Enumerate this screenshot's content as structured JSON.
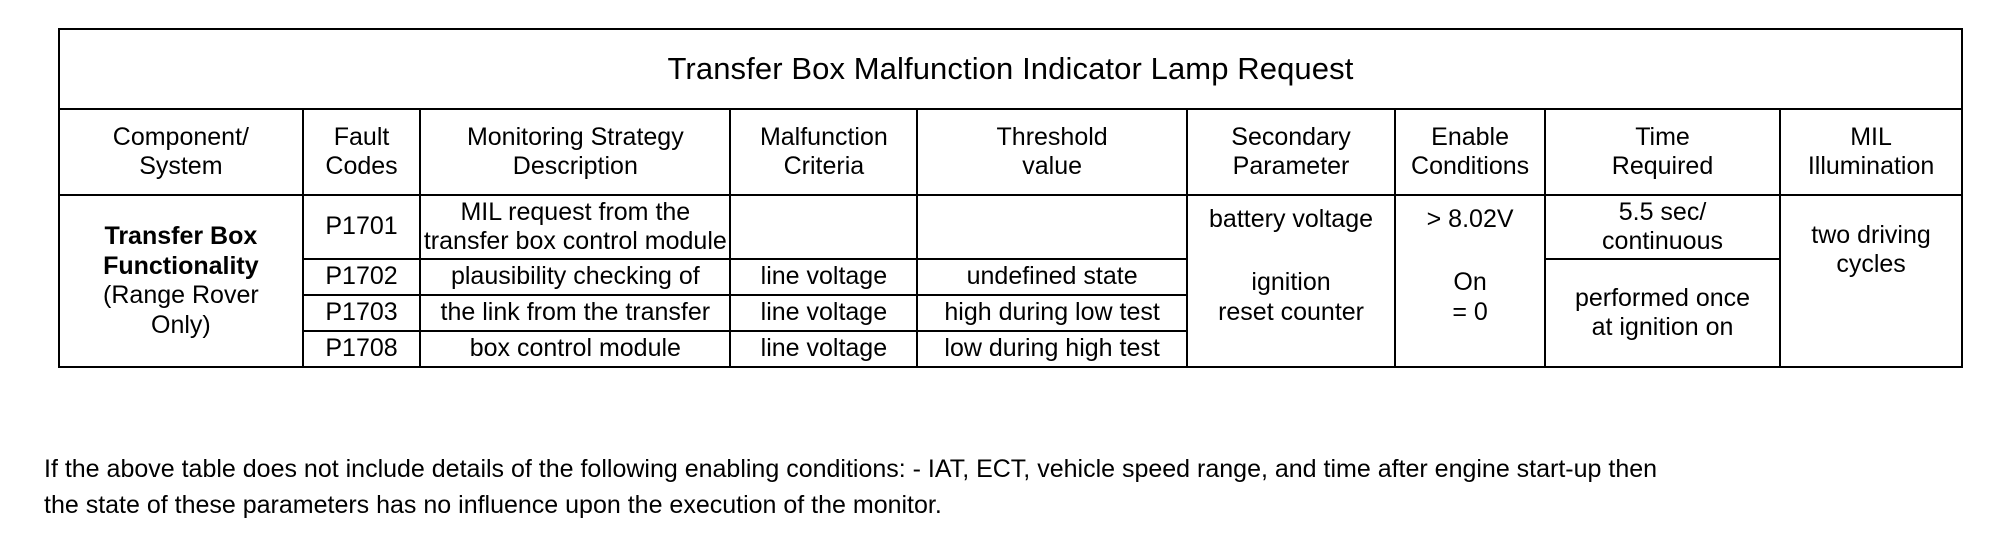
{
  "document": {
    "title": "Transfer Box Malfunction Indicator Lamp Request"
  },
  "table": {
    "headers": [
      {
        "line1": "Component/",
        "line2": "System"
      },
      {
        "line1": "Fault",
        "line2": "Codes"
      },
      {
        "line1": "Monitoring Strategy",
        "line2": "Description"
      },
      {
        "line1": "Malfunction",
        "line2": "Criteria"
      },
      {
        "line1": "Threshold",
        "line2": "value"
      },
      {
        "line1": "Secondary",
        "line2": "Parameter"
      },
      {
        "line1": "Enable",
        "line2": "Conditions"
      },
      {
        "line1": "Time",
        "line2": "Required"
      },
      {
        "line1": "MIL",
        "line2": "Illumination"
      }
    ],
    "component": {
      "bold_line1": "Transfer Box",
      "bold_line2": "Functionality",
      "normal_line1": "(Range Rover",
      "normal_line2": "Only)"
    },
    "rows": [
      {
        "fault_code": "P1701",
        "monitoring_line1": "MIL request from the",
        "monitoring_line2": "transfer box control module",
        "malfunction_criteria": "",
        "threshold_value": ""
      },
      {
        "fault_code": "P1702",
        "monitoring": "plausibility checking of",
        "malfunction_criteria": "line voltage",
        "threshold_value": "undefined state"
      },
      {
        "fault_code": "P1703",
        "monitoring": "the link from the transfer",
        "malfunction_criteria": "line voltage",
        "threshold_value": "high during low test"
      },
      {
        "fault_code": "P1708",
        "monitoring": "box control module",
        "malfunction_criteria": "line voltage",
        "threshold_value": "low during high test"
      }
    ],
    "secondary_parameter": {
      "top": "battery voltage",
      "bottom_line1": "ignition",
      "bottom_line2": "reset counter"
    },
    "enable_conditions": {
      "top": "> 8.02V",
      "bottom_line1": "On",
      "bottom_line2": "= 0"
    },
    "time_required": {
      "top_line1": "5.5 sec/",
      "top_line2": "continuous",
      "bottom_line1": "performed once",
      "bottom_line2": "at ignition on"
    },
    "mil_illumination": {
      "line1": "two driving",
      "line2": "cycles"
    }
  },
  "note": {
    "line1": "If the above table does not include details of the following enabling conditions: - IAT, ECT, vehicle speed range, and time after engine start-up then",
    "line2": "the state of these parameters has no influence upon the execution of the monitor."
  }
}
